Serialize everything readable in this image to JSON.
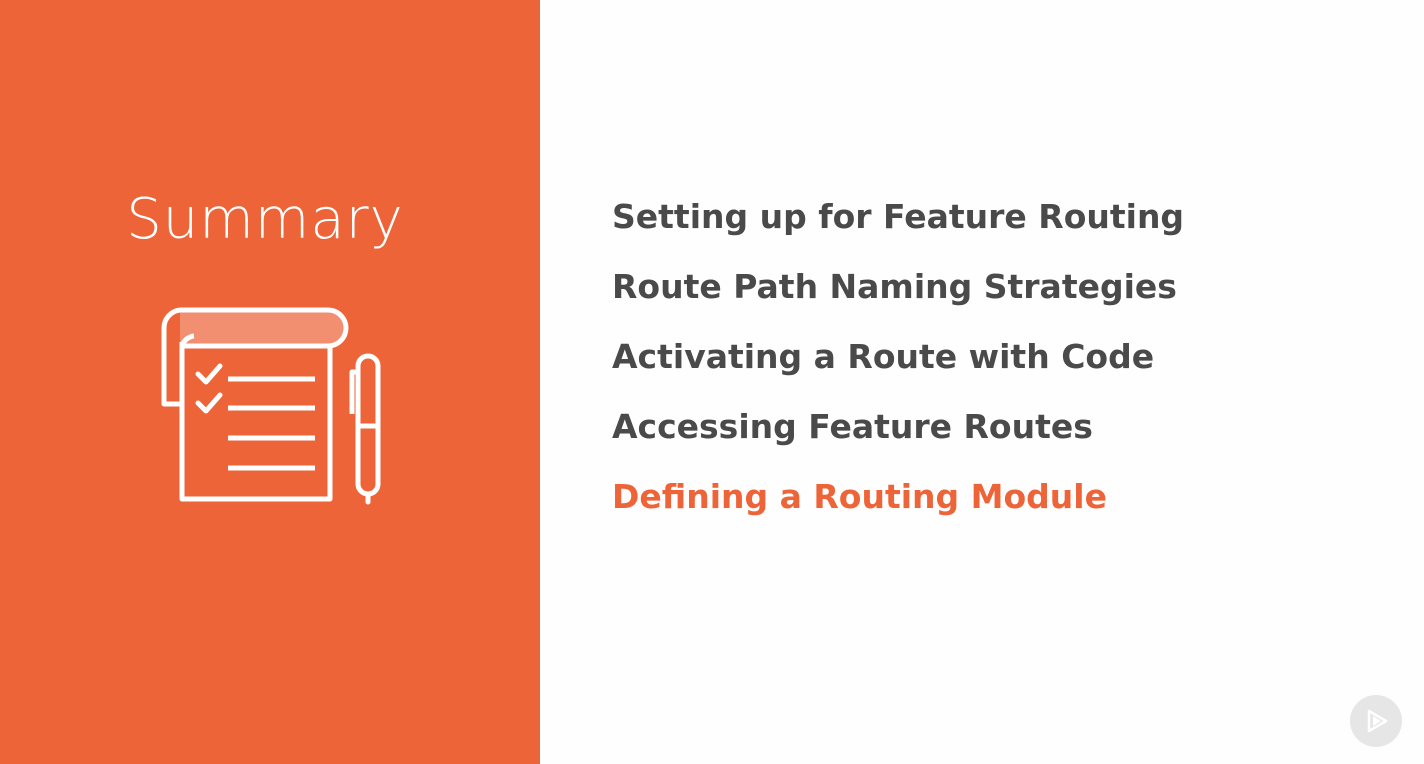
{
  "slide": {
    "title": "Summary",
    "topics": [
      {
        "label": "Setting up for Feature Routing",
        "active": false
      },
      {
        "label": "Route Path Naming Strategies",
        "active": false
      },
      {
        "label": "Activating a Route with Code",
        "active": false
      },
      {
        "label": "Accessing Feature Routes",
        "active": false
      },
      {
        "label": "Defining a Routing Module",
        "active": true
      }
    ]
  },
  "icons": {
    "summary": "checklist-notepad-with-pen-icon",
    "player": "pluralsight-play-logo-icon"
  },
  "colors": {
    "accent": "#ee6439",
    "text": "#4a4a4a",
    "background": "#fefefe",
    "badge": "#e6e6e6"
  }
}
